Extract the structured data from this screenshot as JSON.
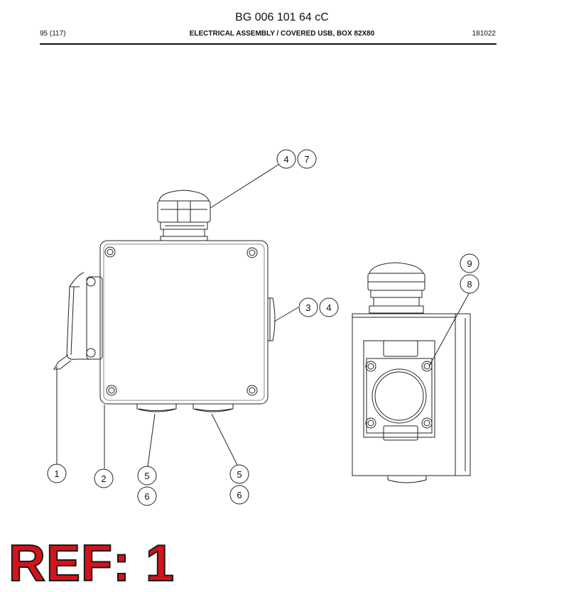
{
  "header": {
    "doc_title": "BG 006 101 64 cC",
    "page_number": "95 (117)",
    "section_title": "ELECTRICAL ASSEMBLY / COVERED USB, BOX 82X80",
    "date_code": "181022"
  },
  "callouts": [
    "4",
    "7",
    "3",
    "4",
    "9",
    "8",
    "1",
    "2",
    "5",
    "6",
    "5",
    "6"
  ],
  "stamp": {
    "label": "REF: 1",
    "color": "#d4121a"
  }
}
